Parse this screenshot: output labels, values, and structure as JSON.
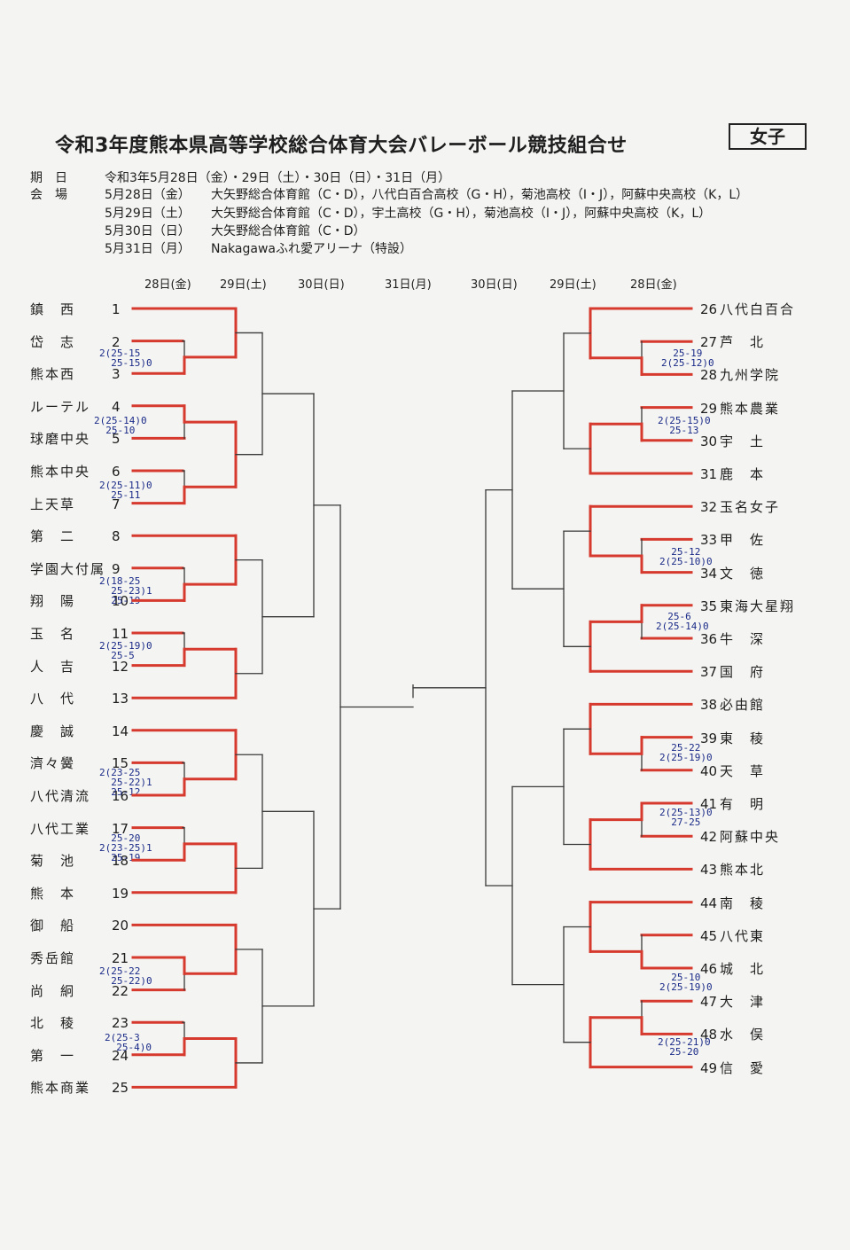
{
  "header": {
    "title": "令和3年度熊本県高等学校総合体育大会バレーボール競技組合せ",
    "category": "女子"
  },
  "info": {
    "period_label": "期　日",
    "period_value": "令和3年5月28日（金）・29日（土）・30日（日）・31日（月）",
    "venue_label": "会　場",
    "venues": [
      {
        "date": "5月28日（金）",
        "place": "大矢野総合体育館（C・D），八代白百合高校（G・H），菊池高校（I・J），阿蘇中央高校（K，L）"
      },
      {
        "date": "5月29日（土）",
        "place": "大矢野総合体育館（C・D），宇土高校（G・H），菊池高校（I・J），阿蘇中央高校（K，L）"
      },
      {
        "date": "5月30日（日）",
        "place": "大矢野総合体育館（C・D）"
      },
      {
        "date": "5月31日（月）",
        "place": "Nakagawaふれ愛アリーナ（特設）"
      }
    ]
  },
  "days": [
    "28日(金)",
    "29日(土)",
    "30日(日)",
    "31日(月)",
    "30日(日)",
    "29日(土)",
    "28日(金)"
  ],
  "left_teams": [
    {
      "num": "1",
      "name": "鎮　西"
    },
    {
      "num": "2",
      "name": "岱　志"
    },
    {
      "num": "3",
      "name": "熊本西"
    },
    {
      "num": "4",
      "name": "ルーテル"
    },
    {
      "num": "5",
      "name": "球磨中央"
    },
    {
      "num": "6",
      "name": "熊本中央"
    },
    {
      "num": "7",
      "name": "上天草"
    },
    {
      "num": "8",
      "name": "第　二"
    },
    {
      "num": "9",
      "name": "学園大付属"
    },
    {
      "num": "10",
      "name": "翔　陽"
    },
    {
      "num": "11",
      "name": "玉　名"
    },
    {
      "num": "12",
      "name": "人　吉"
    },
    {
      "num": "13",
      "name": "八　代"
    },
    {
      "num": "14",
      "name": "慶　誠"
    },
    {
      "num": "15",
      "name": "濟々黌"
    },
    {
      "num": "16",
      "name": "八代清流"
    },
    {
      "num": "17",
      "name": "八代工業"
    },
    {
      "num": "18",
      "name": "菊　池"
    },
    {
      "num": "19",
      "name": "熊　本"
    },
    {
      "num": "20",
      "name": "御　船"
    },
    {
      "num": "21",
      "name": "秀岳館"
    },
    {
      "num": "22",
      "name": "尚　絅"
    },
    {
      "num": "23",
      "name": "北　稜"
    },
    {
      "num": "24",
      "name": "第　一"
    },
    {
      "num": "25",
      "name": "熊本商業"
    }
  ],
  "right_teams": [
    {
      "num": "26",
      "name": "八代白百合"
    },
    {
      "num": "27",
      "name": "芦　北"
    },
    {
      "num": "28",
      "name": "九州学院"
    },
    {
      "num": "29",
      "name": "熊本農業"
    },
    {
      "num": "30",
      "name": "宇　土"
    },
    {
      "num": "31",
      "name": "鹿　本"
    },
    {
      "num": "32",
      "name": "玉名女子"
    },
    {
      "num": "33",
      "name": "甲　佐"
    },
    {
      "num": "34",
      "name": "文　徳"
    },
    {
      "num": "35",
      "name": "東海大星翔"
    },
    {
      "num": "36",
      "name": "牛　深"
    },
    {
      "num": "37",
      "name": "国　府"
    },
    {
      "num": "38",
      "name": "必由館"
    },
    {
      "num": "39",
      "name": "東　稜"
    },
    {
      "num": "40",
      "name": "天　草"
    },
    {
      "num": "41",
      "name": "有　明"
    },
    {
      "num": "42",
      "name": "阿蘇中央"
    },
    {
      "num": "43",
      "name": "熊本北"
    },
    {
      "num": "44",
      "name": "南　稜"
    },
    {
      "num": "45",
      "name": "八代東"
    },
    {
      "num": "46",
      "name": "城　北"
    },
    {
      "num": "47",
      "name": "大　津"
    },
    {
      "num": "48",
      "name": "水　俣"
    },
    {
      "num": "49",
      "name": "信　愛"
    }
  ],
  "left_scores": [
    {
      "lines": [
        "2(25-15",
        "  25-15)0"
      ]
    },
    {
      "lines": [
        "2(25-14)0",
        "  25-10"
      ]
    },
    {
      "lines": [
        "2(25-11)0",
        "  25-11"
      ]
    },
    {
      "lines": [
        "2(18-25",
        "  25-23)1",
        "  25-19"
      ]
    },
    {
      "lines": [
        "2(25-19)0",
        "  25-5"
      ]
    },
    {
      "lines": [
        "2(23-25",
        "  25-22)1",
        "  25-12"
      ]
    },
    {
      "lines": [
        "  25-20",
        "2(23-25)1",
        "  25-19"
      ]
    },
    {
      "lines": [
        "2(25-22",
        "  25-22)0"
      ]
    },
    {
      "lines": [
        "2(25-3",
        "  25-4)0"
      ]
    }
  ],
  "right_scores": [
    {
      "lines": [
        "  25-19",
        "2(25-12)0"
      ]
    },
    {
      "lines": [
        "2(25-15)0",
        "  25-13"
      ]
    },
    {
      "lines": [
        "  25-12",
        "2(25-10)0"
      ]
    },
    {
      "lines": [
        "  25-6",
        "2(25-14)0"
      ]
    },
    {
      "lines": [
        "  25-22",
        "2(25-19)0"
      ]
    },
    {
      "lines": [
        "2(25-13)0",
        "  27-25"
      ]
    },
    {
      "lines": [
        "  25-10",
        "2(25-19)0"
      ]
    },
    {
      "lines": [
        "2(25-21)0",
        "  25-20"
      ]
    }
  ],
  "colors": {
    "win_line": "#d63a2e",
    "line": "#3a3a3a",
    "score_ink": "#1a2a88"
  }
}
